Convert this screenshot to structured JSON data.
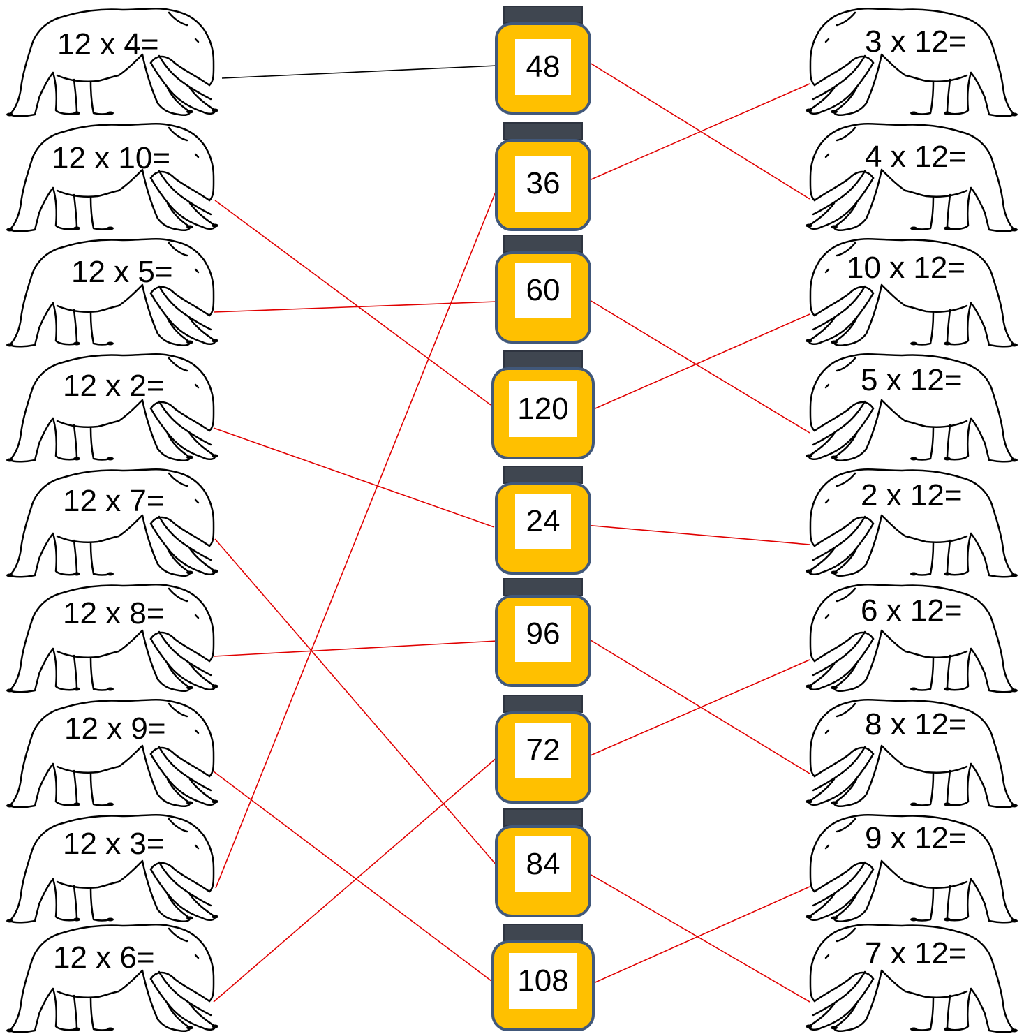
{
  "left_bears": [
    {
      "label": "12 x 4="
    },
    {
      "label": "12 x 10="
    },
    {
      "label": "12 x 5="
    },
    {
      "label": "12 x 2="
    },
    {
      "label": "12 x 7="
    },
    {
      "label": "12 x 8="
    },
    {
      "label": "12 x 9="
    },
    {
      "label": "12 x 3="
    },
    {
      "label": "12 x 6="
    }
  ],
  "jars": [
    {
      "label": "48"
    },
    {
      "label": "36"
    },
    {
      "label": "60"
    },
    {
      "label": "120"
    },
    {
      "label": "24"
    },
    {
      "label": "96"
    },
    {
      "label": "72"
    },
    {
      "label": "84"
    },
    {
      "label": "108"
    }
  ],
  "right_bears": [
    {
      "label": "3 x 12="
    },
    {
      "label": "4 x 12="
    },
    {
      "label": "10 x 12="
    },
    {
      "label": "5 x 12="
    },
    {
      "label": "2 x 12="
    },
    {
      "label": "6 x 12="
    },
    {
      "label": "8 x 12="
    },
    {
      "label": "9 x 12="
    },
    {
      "label": "7 x 12="
    }
  ],
  "colors": {
    "jar_fill": "#ffc000",
    "jar_outline": "#41587a",
    "jar_lid": "#3f4650",
    "first_line": "#000000",
    "match_line": "#e00000",
    "bear_outline": "#000000"
  }
}
